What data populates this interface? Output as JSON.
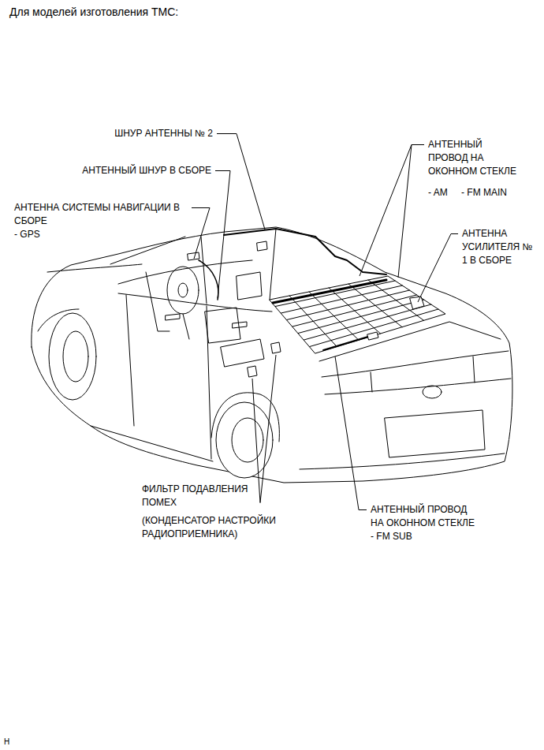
{
  "diagram": {
    "title": "Для моделей изготовления TMC:",
    "labels": [
      "ШНУР АНТЕННЫ № 2",
      "АНТЕННЫЙ ШНУР В СБОРЕ",
      "АНТЕННА СИСТЕМЫ НАВИГАЦИИ В СБОРЕ",
      "- GPS",
      "АНТЕННЫЙ ПРОВОД НА ОКОННОМ СТЕКЛЕ",
      "- AM",
      "- FM MAIN",
      "АНТЕННА УСИЛИТЕЛЯ № 1 В СБОРЕ",
      "ФИЛЬТР ПОДАВЛЕНИЯ ПОМЕХ",
      "(КОНДЕНСАТОР НАСТРОЙКИ РАДИОПРИЕМНИКА)",
      "АНТЕННЫЙ ПРОВОД НА ОКОННОМ СТЕКЛЕ",
      "- FM SUB",
      "H"
    ]
  }
}
